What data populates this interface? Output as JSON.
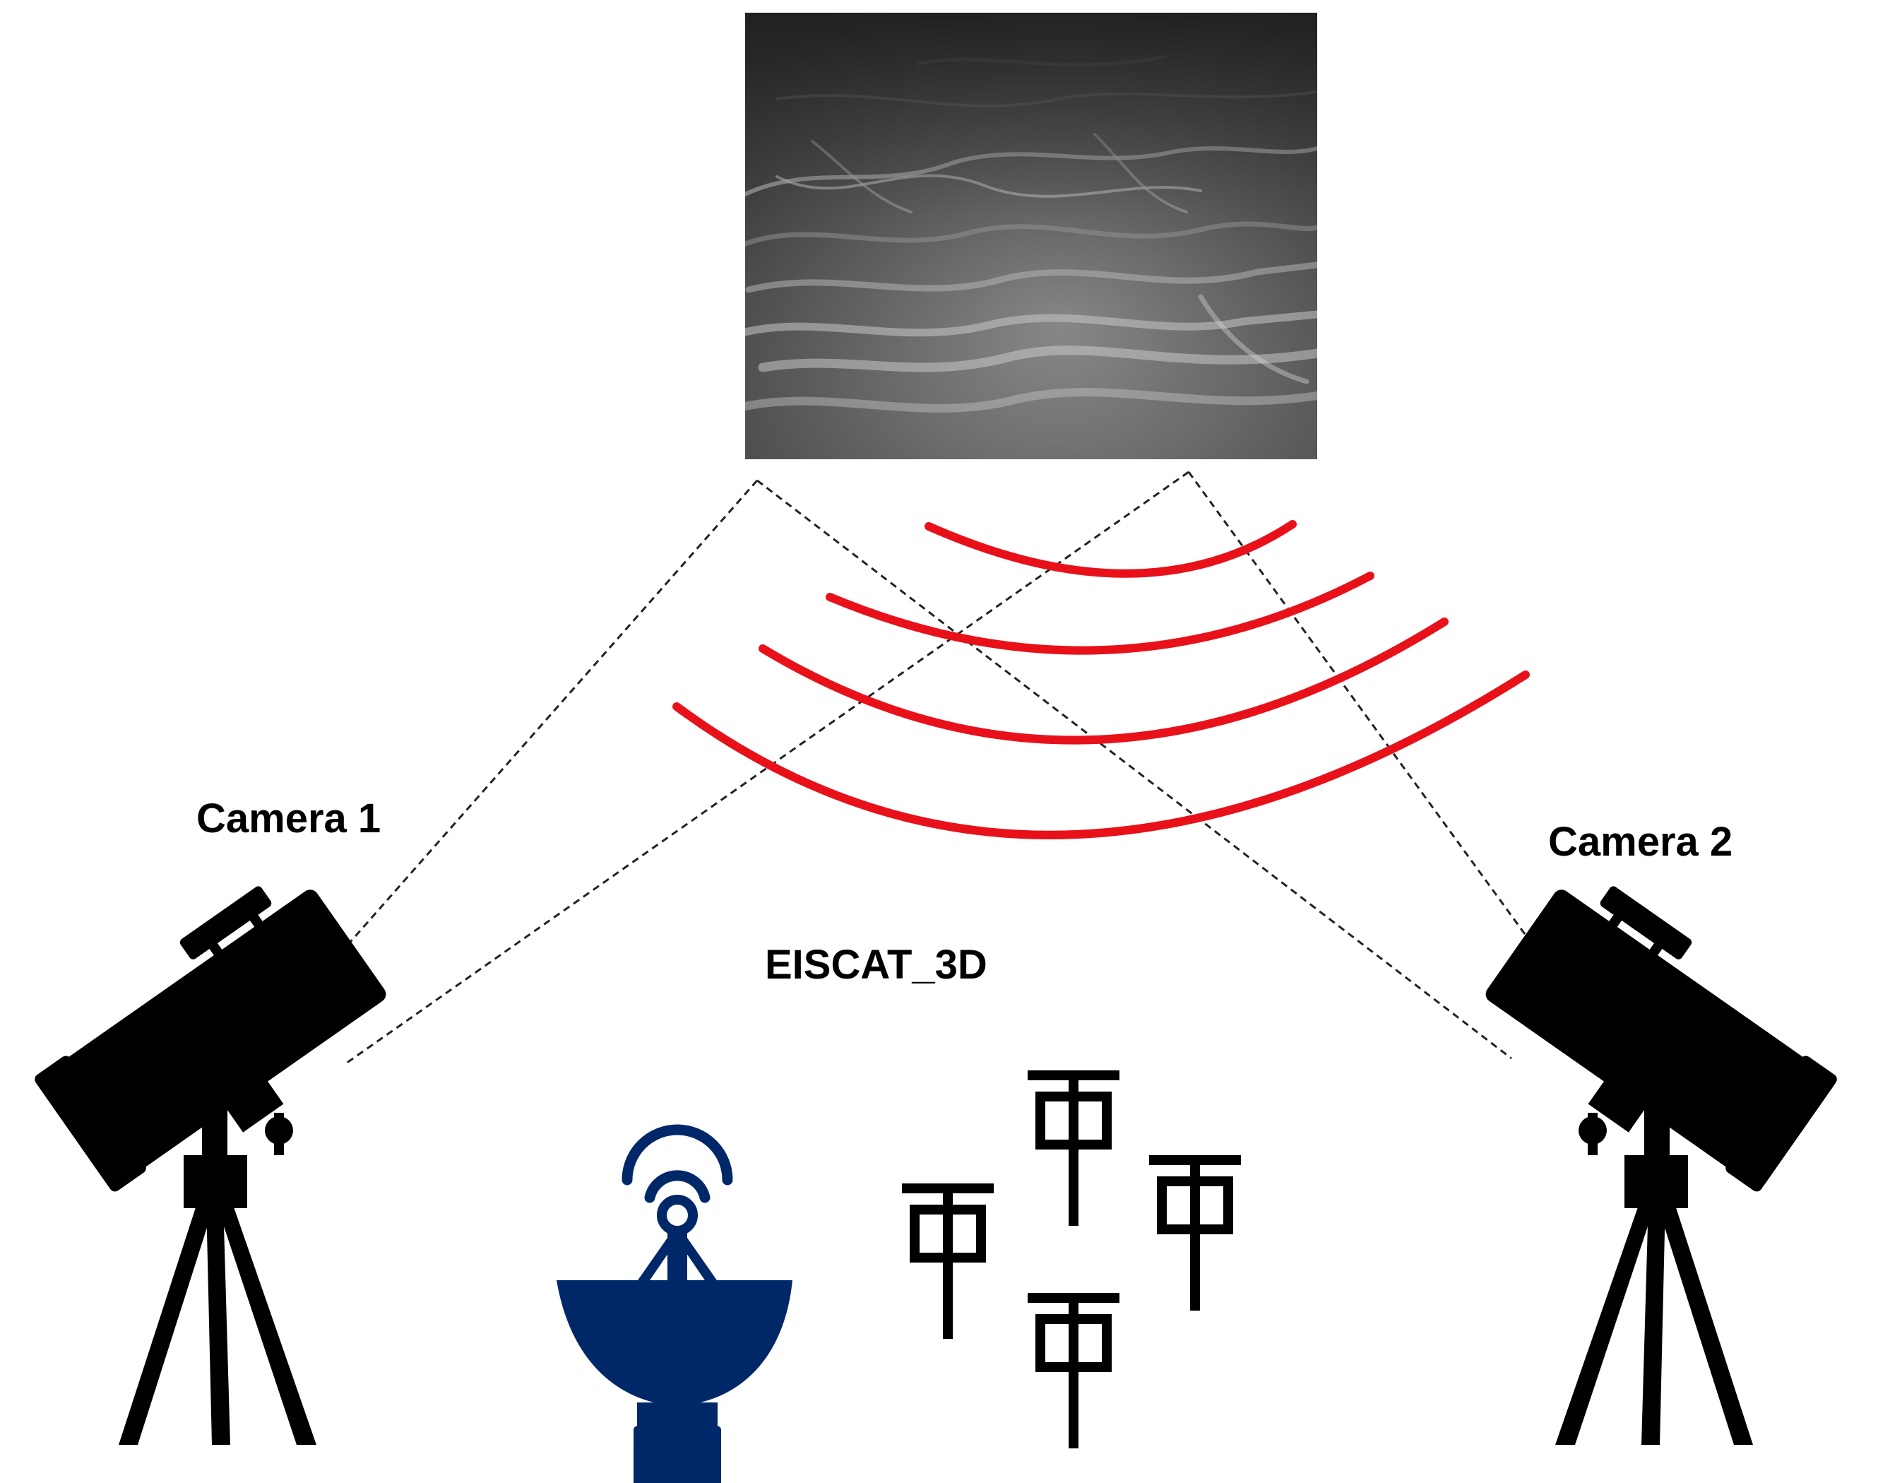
{
  "labels": {
    "camera_1": "Camera 1",
    "camera_2": "Camera 2",
    "radar": "EISCAT_3D"
  },
  "icons": {
    "sky_image": "aurora-photo",
    "camera_1": "telescope-icon",
    "camera_2": "telescope-icon",
    "radar_dish": "satellite-dish-icon",
    "antennas": "antenna-icon"
  },
  "colors": {
    "radar_waves": "#e8111a",
    "dish": "#002868",
    "silhouette": "#000000",
    "sight_lines": "#222222"
  }
}
